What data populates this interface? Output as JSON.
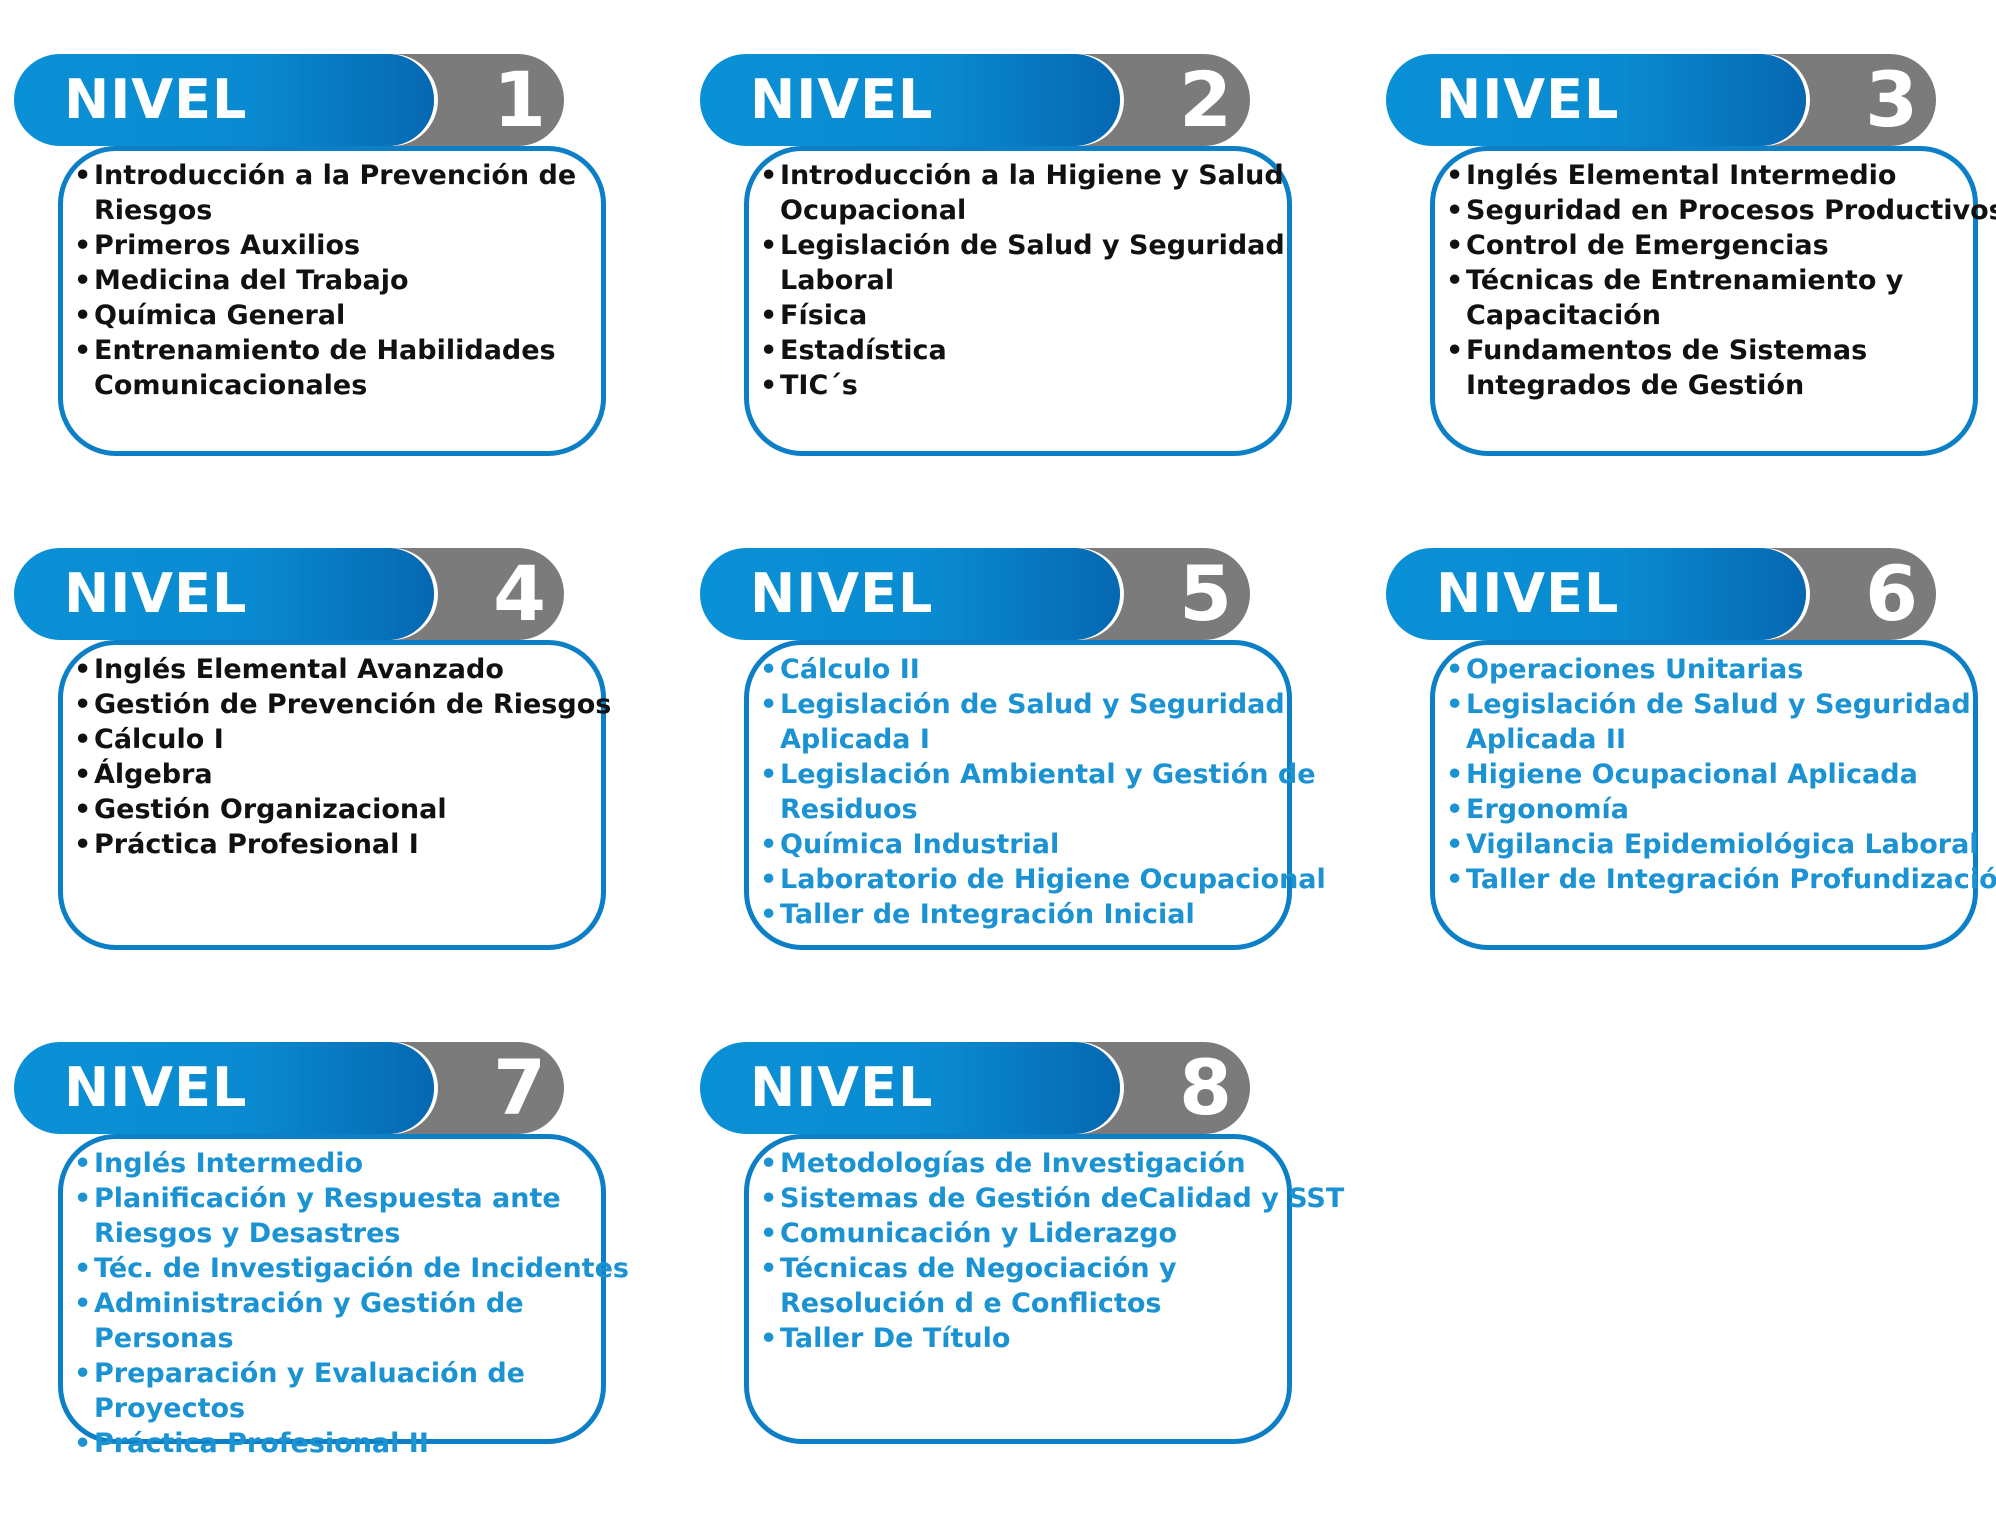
{
  "header_word": "NIVEL",
  "levels": [
    {
      "number": "1",
      "style": "dark",
      "items": [
        "Introducción a la Prevención de Riesgos",
        "Primeros Auxilios",
        "Medicina del Trabajo",
        "Química General",
        "Entrenamiento de Habilidades Comunicacionales"
      ]
    },
    {
      "number": "2",
      "style": "dark",
      "items": [
        "Introducción a la Higiene y Salud Ocupacional",
        "Legislación de Salud y Seguridad Laboral",
        "Física",
        "Estadística",
        "TIC´s"
      ]
    },
    {
      "number": "3",
      "style": "dark",
      "items": [
        "Inglés Elemental Intermedio",
        "Seguridad en Procesos Productivos",
        "Control de Emergencias",
        "Técnicas de Entrenamiento y Capacitación",
        "Fundamentos de Sistemas Integrados de Gestión"
      ]
    },
    {
      "number": "4",
      "style": "dark",
      "items": [
        "Inglés Elemental Avanzado",
        "Gestión de Prevención de Riesgos",
        "Cálculo I",
        "Álgebra",
        "Gestión Organizacional",
        "Práctica Profesional I"
      ]
    },
    {
      "number": "5",
      "style": "blue",
      "items": [
        "Cálculo II",
        "Legislación de Salud y Seguridad Aplicada I",
        "Legislación Ambiental y Gestión de Residuos",
        "Química Industrial",
        "Laboratorio de Higiene Ocupacional",
        "Taller de Integración Inicial"
      ]
    },
    {
      "number": "6",
      "style": "blue",
      "items": [
        "Operaciones Unitarias",
        "Legislación de Salud y Seguridad Aplicada II",
        "Higiene Ocupacional Aplicada",
        "Ergonomía",
        "Vigilancia Epidemiológica Laboral",
        "Taller de Integración Profundización"
      ]
    },
    {
      "number": "7",
      "style": "blue",
      "items": [
        "Inglés Intermedio",
        "Planificación y Respuesta ante Riesgos y Desastres",
        "Téc. de Investigación de Incidentes",
        "Administración y Gestión de Personas",
        "Preparación y Evaluación de Proyectos",
        "Práctica Profesional II"
      ]
    },
    {
      "number": "8",
      "style": "blue",
      "items": [
        "Metodologías de Investigación",
        "Sistemas de Gestión deCalidad y SST",
        "Comunicación y Liderazgo",
        "Técnicas de Negociación y Resolución d e Conflictos",
        "Taller De Título"
      ]
    }
  ]
}
